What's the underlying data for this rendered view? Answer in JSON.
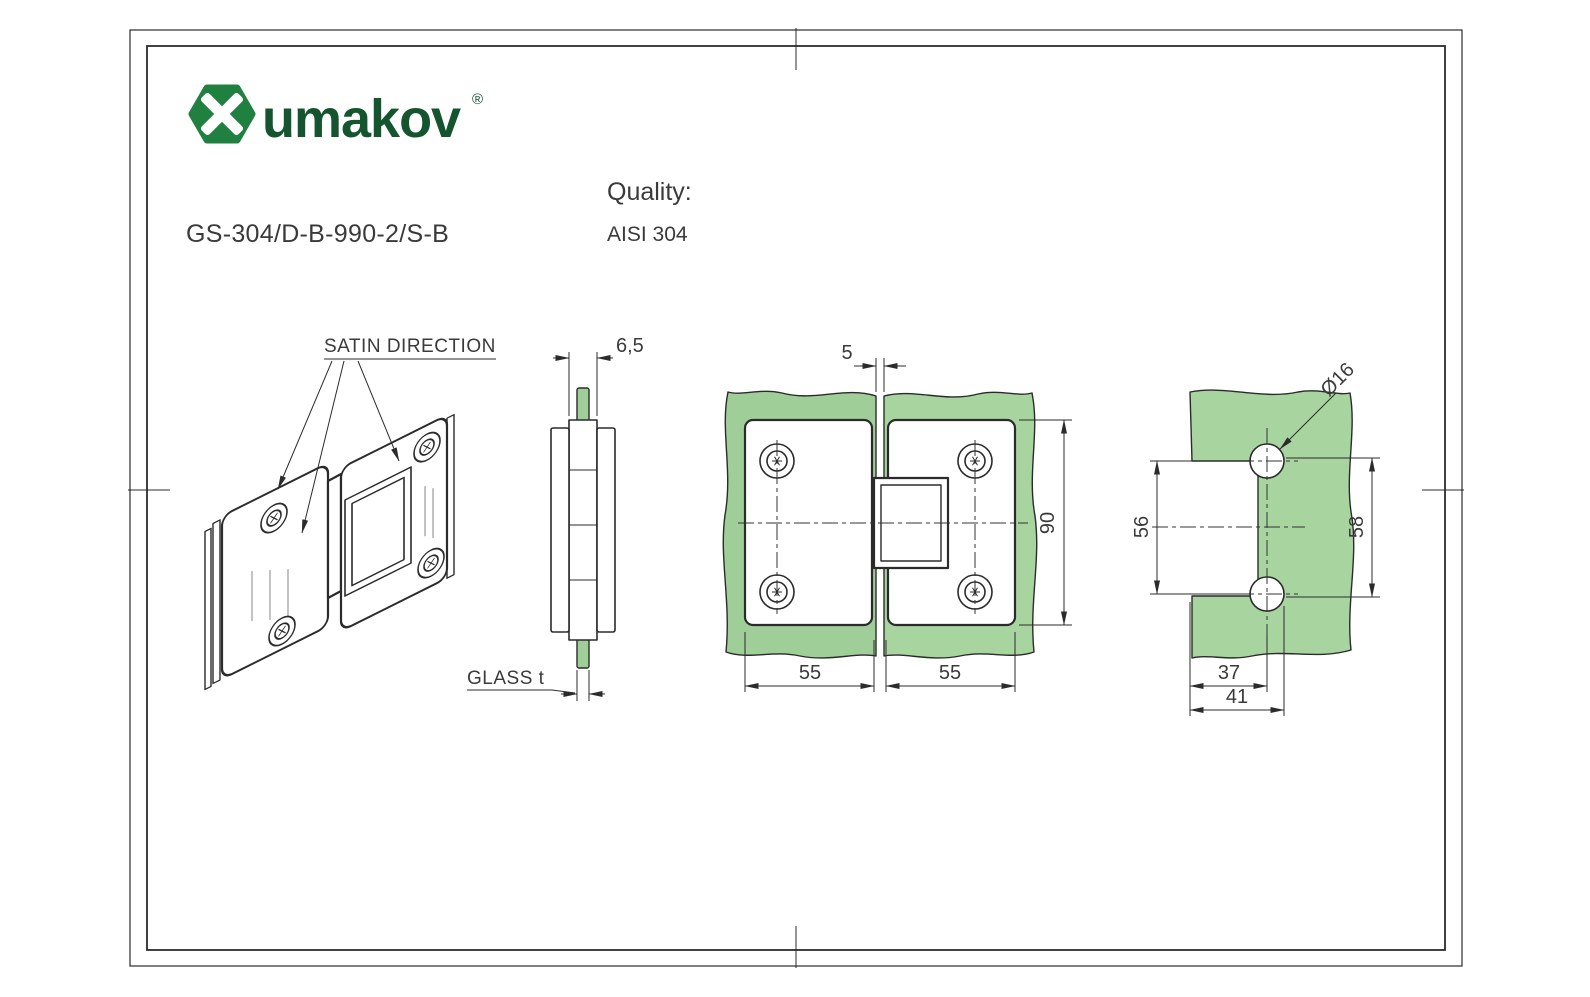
{
  "header": {
    "part_number": "GS-304/D-B-990-2/S-B",
    "quality_label": "Quality:",
    "quality_value": "AISI 304"
  },
  "brand": {
    "wordmark": "umakov",
    "registered_mark": "®"
  },
  "labels": {
    "satin_direction": "SATIN DIRECTION",
    "glass_thickness": "GLASS t"
  },
  "dims": {
    "plate_thickness": "6,5",
    "glass_gap": "5",
    "plate_height": "90",
    "plate_width_left": "55",
    "plate_width_right": "55",
    "hole_diameter": "Ø16",
    "hole_pitch": "56",
    "cutout_height": "58",
    "hole_center_offset": "37",
    "cutout_width": "41"
  },
  "colors": {
    "brand_green": "#1f8040",
    "brand_green_dark": "#14552f",
    "glass_green": "#a8d4a0",
    "glass_green_alt": "#9fce98",
    "line": "#2b2b2b",
    "text": "#3a3a3a"
  }
}
